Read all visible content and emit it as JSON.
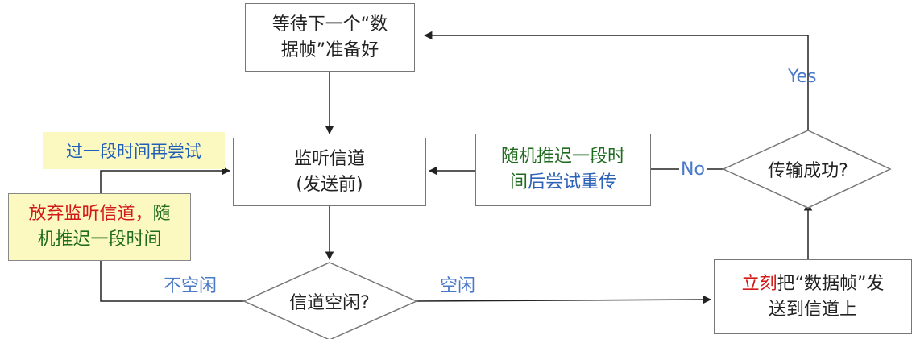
{
  "boxes": {
    "wait": {
      "line1": "等待下一个“数",
      "line2": "据帧”准备好"
    },
    "listen": {
      "line1": "监听信道",
      "line2": "(发送前)"
    },
    "random_delay": {
      "line1": "随机推迟一段时",
      "line2_a": "间",
      "line2_b": "后尝试重传"
    },
    "give_up": {
      "line1_red": "放弃监听信道，",
      "line1_green": "随",
      "line2": "机推迟一段时间"
    },
    "send_now": {
      "line1_red": "立刻",
      "line1_rest": "把“数据帧”发",
      "line2": "送到信道上"
    }
  },
  "decisions": {
    "channel_idle": "信道空闲?",
    "tx_success": "传输成功?"
  },
  "labels": {
    "retry_later": "过一段时间再尝试",
    "busy": "不空闲",
    "idle": "空闲",
    "yes": "Yes",
    "no": "No"
  },
  "colors": {
    "emphasis_red": "#d21a1a",
    "green_text": "#1f6b1f",
    "blue_label": "#4a79c8",
    "note_bg": "#fcf9c0"
  }
}
